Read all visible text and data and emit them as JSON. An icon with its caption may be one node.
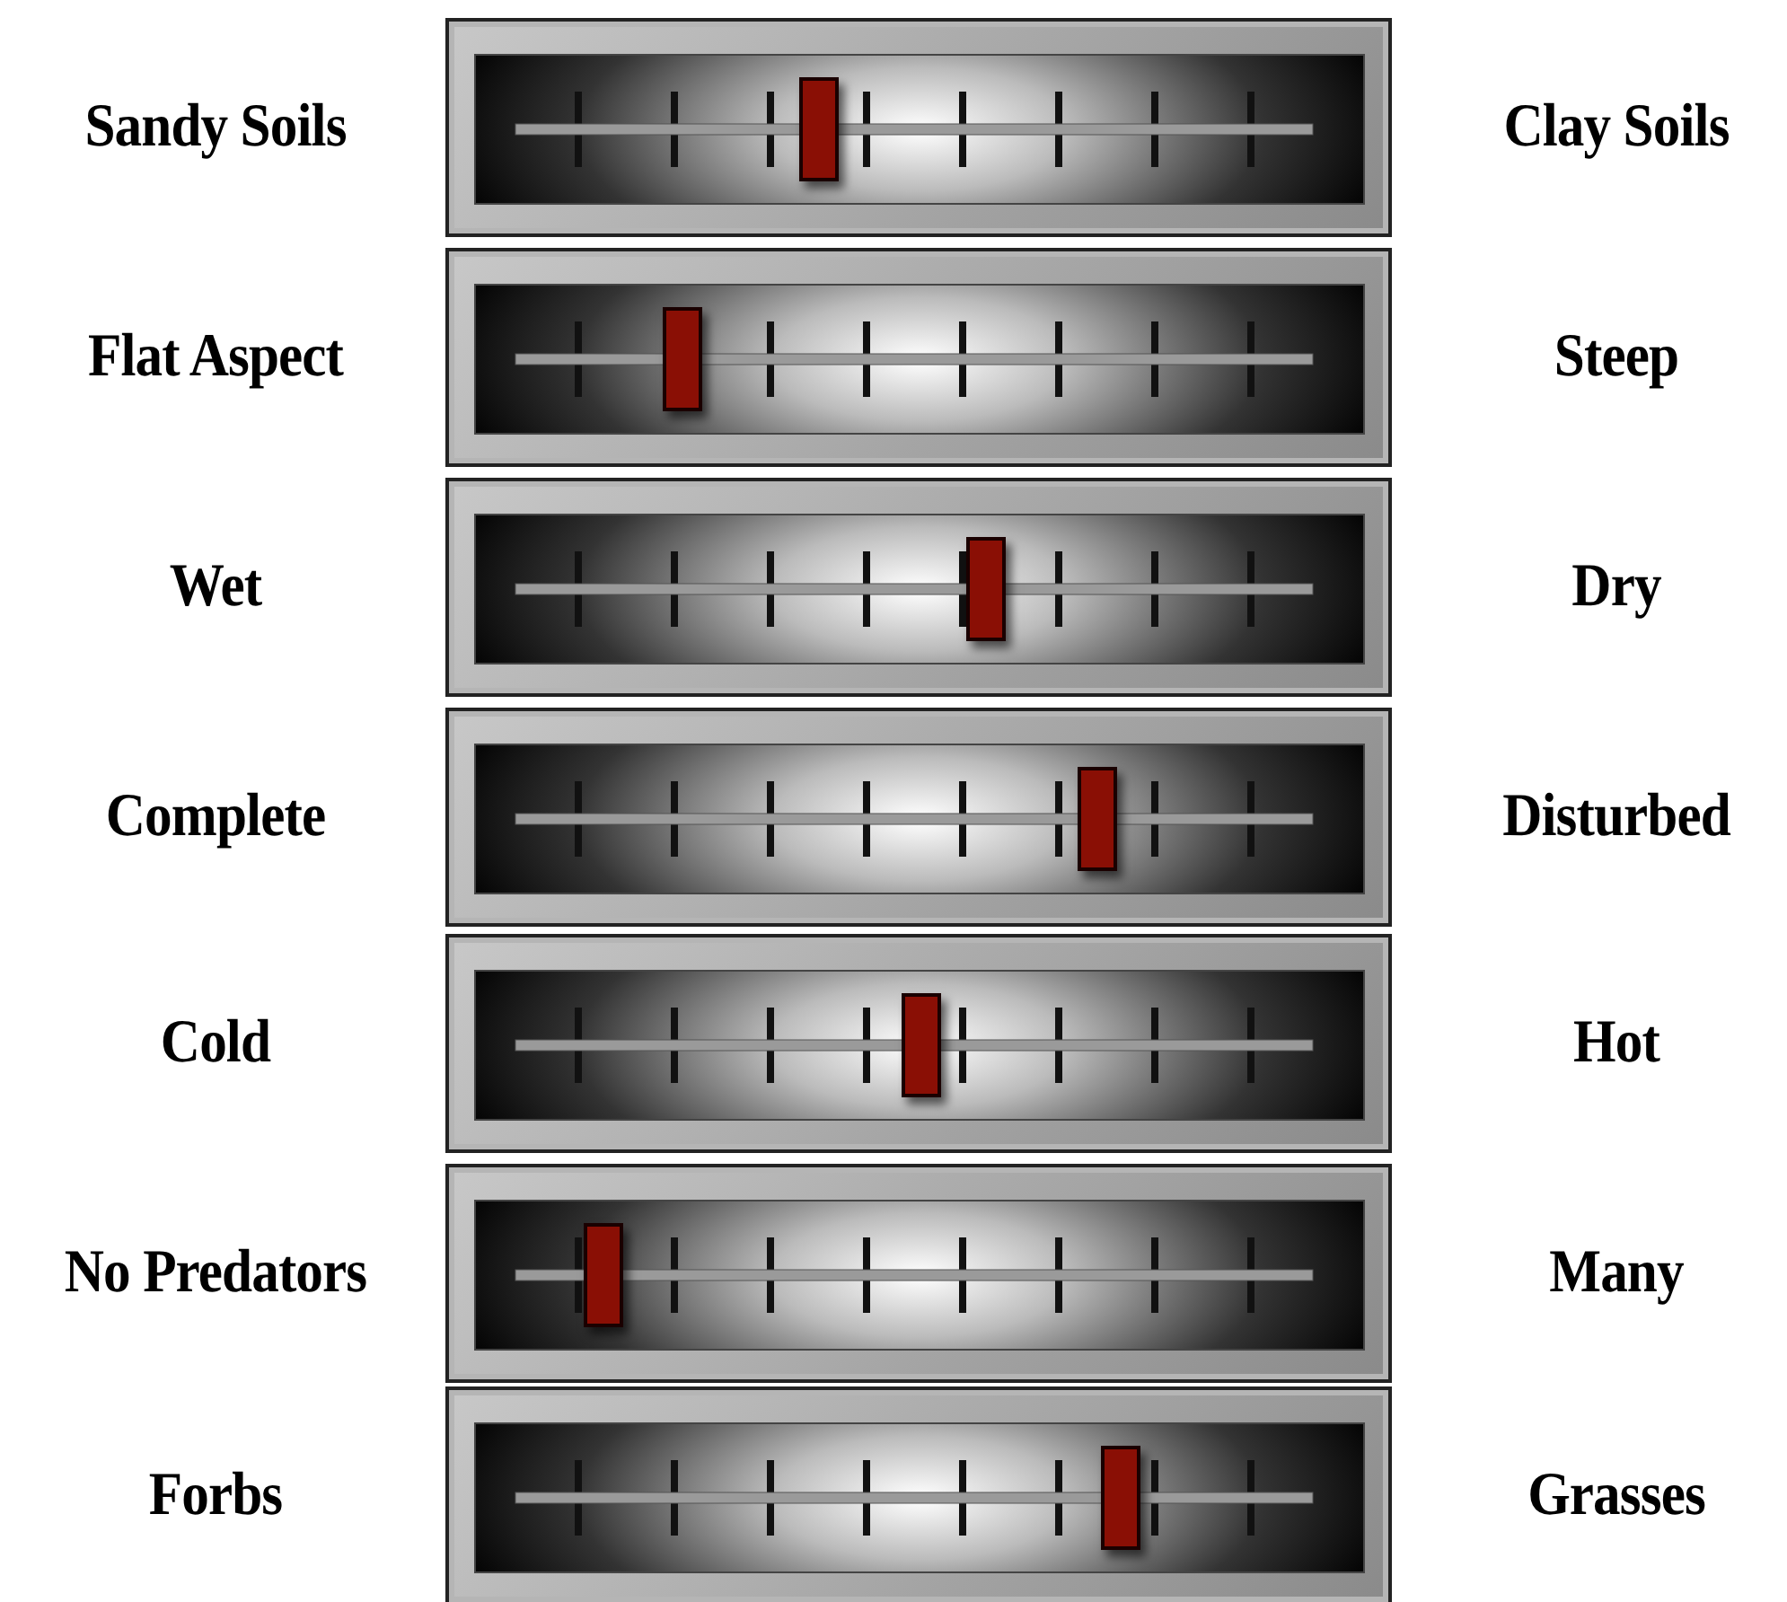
{
  "diagram": {
    "labels": [
      "Sandy Soils",
      "Clay Soils",
      "Flat Aspect",
      "Steep",
      "Wet",
      "Dry",
      "Complete",
      "Disturbed",
      "Cold",
      "Hot",
      "No Predators",
      "Many",
      "Forbs",
      "Grasses"
    ]
  }
}
